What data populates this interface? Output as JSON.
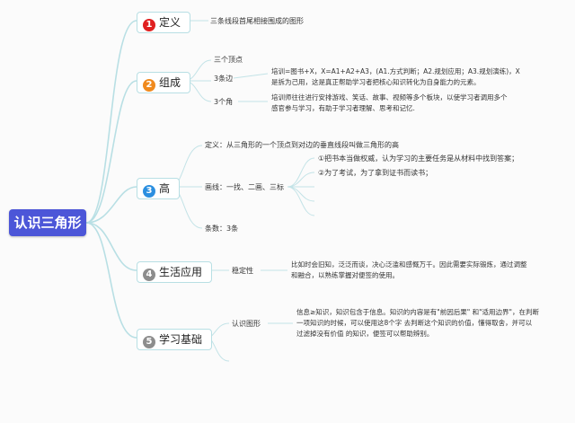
{
  "central": "认识三角形",
  "branches": [
    {
      "num": "1",
      "label": "定义",
      "color": "#e02020"
    },
    {
      "num": "2",
      "label": "组成",
      "color": "#f08a1e"
    },
    {
      "num": "3",
      "label": "高",
      "color": "#2b8fe0"
    },
    {
      "num": "4",
      "label": "生活应用",
      "color": "#8d8d8d"
    },
    {
      "num": "5",
      "label": "学习基础",
      "color": "#8d8d8d"
    }
  ],
  "def_text": "三条线段首尾相接围成的图形",
  "comp": {
    "vertices": "三个顶点",
    "sides": "3条边",
    "angles": "3个角",
    "sides_note_1": "培训=图书+X，X=A1+A2+A3，(A1.方式判断；A2.规划应用；A3.规划演练)，X",
    "sides_note_2": "是拆为己用，这是真正帮助学习者把核心知识转化为自身能力的元素。",
    "angles_note_1": "培训师往往进行安排游戏、笑话、故事、视频等多个板块，以使学习者调用多个",
    "angles_note_2": "感官参与学习，有助于学习者理解、思考和记忆."
  },
  "height": {
    "def": "定义：从三角形的一个顶点到对边的垂直线段叫做三角形的高",
    "draw": "画线：一找、二画、三标",
    "note_1": "①把书本当做权威，认为学习的主要任务是从材料中找到答案；",
    "note_2": "②为了考试，为了拿到证书而读书；",
    "count": "条数：3条"
  },
  "life": {
    "stable": "稳定性",
    "note_1": "比如时会旧知，泛泛而谈，决心泛滥和感慨万千。因此需要实际锻炼，通过调整",
    "note_2": "和融合，以熟练掌握对便签的使用。"
  },
  "study": {
    "recog": "认识图形",
    "note_1": "信息≥知识，知识包含于信息。知识的内容是有\"前因后果\" 和\"适用边界\"，在判断",
    "note_2": "一项知识的时候，可以使用这8个字 去判断这个知识的价值，懂得取舍，并可以",
    "note_3": "过滤掉没有价值 的知识，便签可以帮助辨别。"
  }
}
